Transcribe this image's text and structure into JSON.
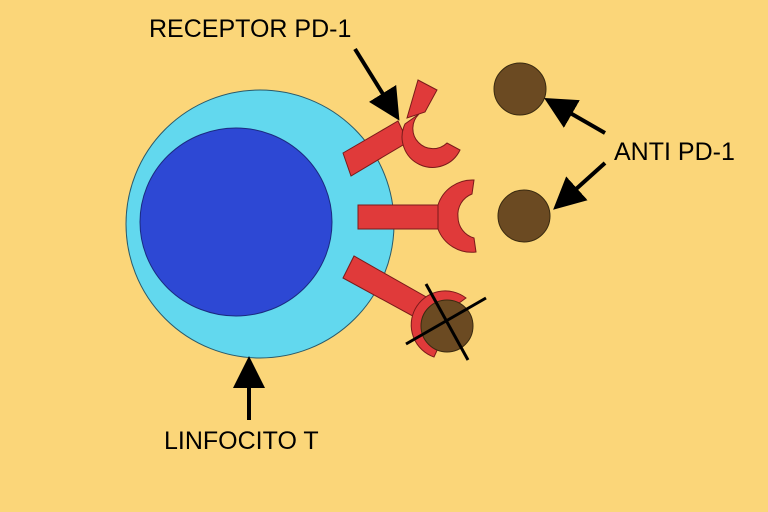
{
  "labels": {
    "receptor": "RECEPTOR PD-1",
    "anti_pd1": "ANTI PD-1",
    "linfocito": "LINFOCITO T"
  },
  "colors": {
    "background": "#fbd679",
    "cell_membrane": "#62d8ee",
    "nucleus": "#2d48d4",
    "receptor": "#e03a3a",
    "antibody": "#6b4a22",
    "arrow": "#000000"
  },
  "icons": {
    "blocked_marker": "x-cross"
  }
}
